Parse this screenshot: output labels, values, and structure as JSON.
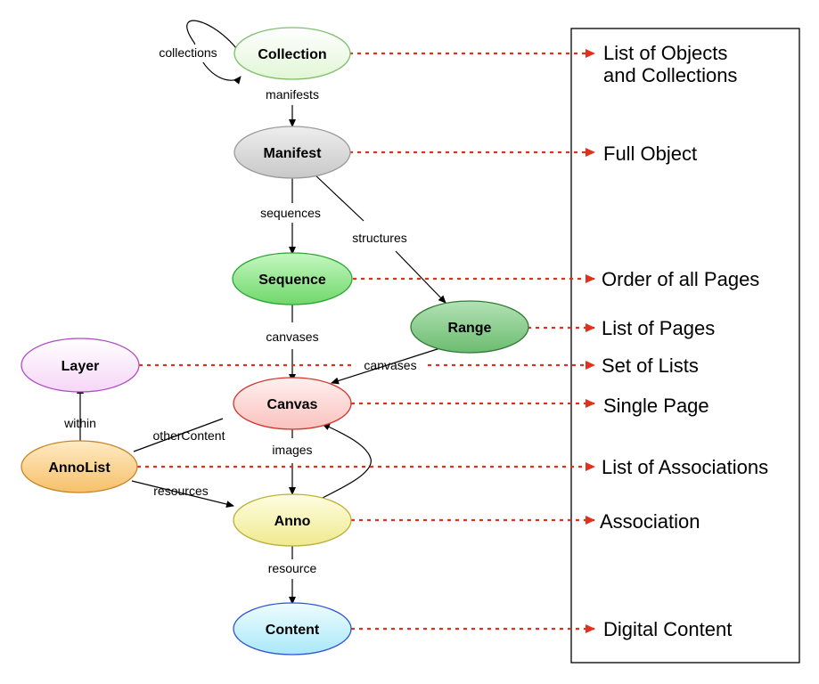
{
  "nodes": {
    "collection": {
      "label": "Collection",
      "color": "#f1fbe9"
    },
    "manifest": {
      "label": "Manifest",
      "color": "#dcdcdc"
    },
    "sequence": {
      "label": "Sequence",
      "color": "#9fe89b"
    },
    "range": {
      "label": "Range",
      "color": "#88cc8c"
    },
    "layer": {
      "label": "Layer",
      "color": "#fbe8fb"
    },
    "canvas": {
      "label": "Canvas",
      "color": "#fcd8d6"
    },
    "annolist": {
      "label": "AnnoList",
      "color": "#fcd898"
    },
    "anno": {
      "label": "Anno",
      "color": "#f8f6b8"
    },
    "content": {
      "label": "Content",
      "color": "#cdf4fc"
    }
  },
  "edges": {
    "collections": "collections",
    "manifests": "manifests",
    "sequences": "sequences",
    "structures": "structures",
    "canvases_seq": "canvases",
    "canvases_range": "canvases",
    "within": "within",
    "other_content": "otherContent",
    "images": "images",
    "resources": "resources",
    "resource": "resource"
  },
  "panel": {
    "collection_line1": "List of Objects",
    "collection_line2": "and Collections",
    "manifest": "Full Object",
    "sequence": "Order of all Pages",
    "range": "List of Pages",
    "layer": "Set of Lists",
    "canvas": "Single Page",
    "annolist": "List of Associations",
    "anno": "Association",
    "content": "Digital Content"
  },
  "colors": {
    "dotted_link": "#e0301e",
    "collection_stroke": "#7bbf6a",
    "sequence_stroke": "#2aa634",
    "range_stroke": "#2f7a33",
    "layer_stroke": "#b04cc4",
    "canvas_stroke": "#d0342c",
    "annolist_stroke": "#c9852a",
    "anno_stroke": "#b9b035",
    "content_stroke": "#2d56d6",
    "manifest_stroke": "#9a9a9a"
  }
}
